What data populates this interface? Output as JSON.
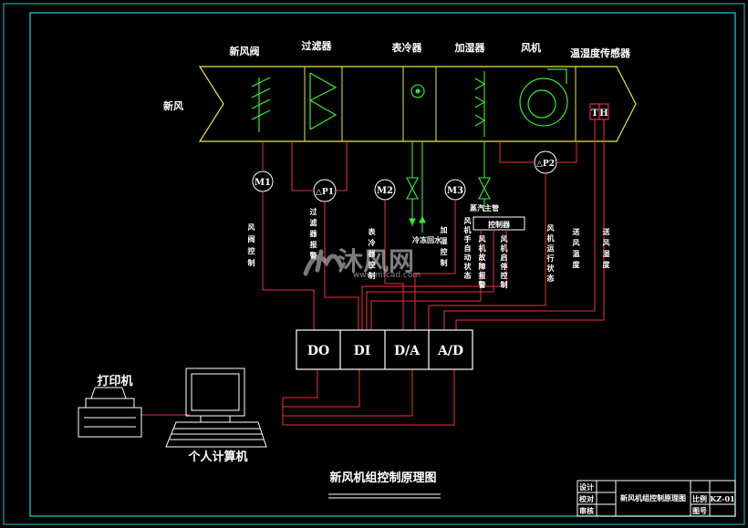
{
  "duct": {
    "inlet_label": "新风",
    "components": [
      "新风阀",
      "过滤器",
      "表冷器",
      "加湿器",
      "风机",
      "温湿度传感器"
    ],
    "sensor_letters": [
      "T",
      "H"
    ]
  },
  "devices": {
    "m1": "M1",
    "p1": "△P1",
    "m2": "M2",
    "m3": "M3",
    "p2": "△P2"
  },
  "valve_notes": {
    "return_water": "冷冻回水",
    "steam_header": "蒸汽主管",
    "controller": "控制器"
  },
  "signal_labels": [
    "风阀控制",
    "过滤器报警",
    "表冷器控制",
    "加湿控制",
    "风机手自动状态",
    "风机故障报警",
    "风机启停控制",
    "风机运行状态",
    "送风温度",
    "送风湿度"
  ],
  "io_modules": [
    "DO",
    "DI",
    "D/A",
    "A/D"
  ],
  "peripherals": {
    "printer_label": "打印机",
    "computer_label": "个人计算机"
  },
  "drawing_title": "新风机组控制原理图",
  "title_block": {
    "left_cells": [
      "设计",
      "校对",
      "审核"
    ],
    "center_text": "新风机组控制原理图",
    "right_cells": [
      "比例",
      "图号"
    ],
    "sheet_code": "KZ-01"
  },
  "watermark": {
    "brand": "沐风网",
    "url": "www.mfcad.com"
  },
  "colors": {
    "background": "#000000",
    "frame": "#18c8c8",
    "duct": "#e8e840",
    "component": "#33ee33",
    "wiring": "#ee3040",
    "text": "#ffffff"
  }
}
